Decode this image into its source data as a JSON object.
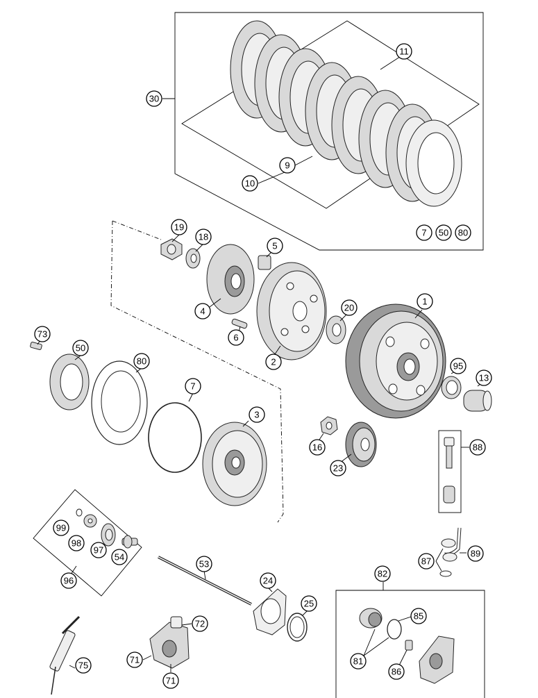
{
  "callouts": [
    {
      "id": "c1",
      "label": "1"
    },
    {
      "id": "c2",
      "label": "2"
    },
    {
      "id": "c3",
      "label": "3"
    },
    {
      "id": "c4",
      "label": "4"
    },
    {
      "id": "c5",
      "label": "5"
    },
    {
      "id": "c6",
      "label": "6"
    },
    {
      "id": "c7a",
      "label": "7"
    },
    {
      "id": "c7b",
      "label": "7"
    },
    {
      "id": "c9",
      "label": "9"
    },
    {
      "id": "c10",
      "label": "10"
    },
    {
      "id": "c11",
      "label": "11"
    },
    {
      "id": "c13",
      "label": "13"
    },
    {
      "id": "c16",
      "label": "16"
    },
    {
      "id": "c18",
      "label": "18"
    },
    {
      "id": "c19",
      "label": "19"
    },
    {
      "id": "c20",
      "label": "20"
    },
    {
      "id": "c23",
      "label": "23"
    },
    {
      "id": "c24",
      "label": "24"
    },
    {
      "id": "c25",
      "label": "25"
    },
    {
      "id": "c30",
      "label": "30"
    },
    {
      "id": "c50a",
      "label": "50"
    },
    {
      "id": "c50b",
      "label": "50"
    },
    {
      "id": "c53",
      "label": "53"
    },
    {
      "id": "c54",
      "label": "54"
    },
    {
      "id": "c71a",
      "label": "71"
    },
    {
      "id": "c71b",
      "label": "71"
    },
    {
      "id": "c72",
      "label": "72"
    },
    {
      "id": "c73",
      "label": "73"
    },
    {
      "id": "c75",
      "label": "75"
    },
    {
      "id": "c80a",
      "label": "80"
    },
    {
      "id": "c80b",
      "label": "80"
    },
    {
      "id": "c81",
      "label": "81"
    },
    {
      "id": "c82",
      "label": "82"
    },
    {
      "id": "c85",
      "label": "85"
    },
    {
      "id": "c86",
      "label": "86"
    },
    {
      "id": "c87",
      "label": "87"
    },
    {
      "id": "c88",
      "label": "88"
    },
    {
      "id": "c89",
      "label": "89"
    },
    {
      "id": "c95",
      "label": "95"
    },
    {
      "id": "c96",
      "label": "96"
    },
    {
      "id": "c97",
      "label": "97"
    },
    {
      "id": "c98",
      "label": "98"
    },
    {
      "id": "c99",
      "label": "99"
    }
  ]
}
